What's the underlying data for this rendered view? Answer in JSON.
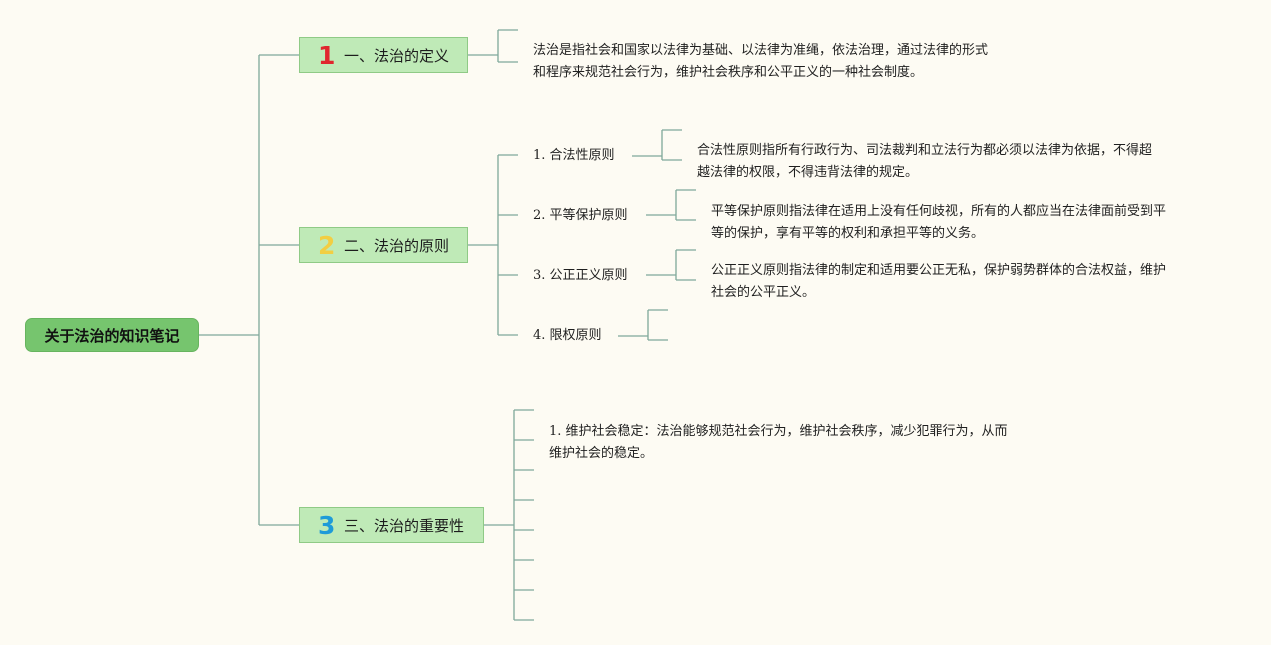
{
  "root": {
    "title": "关于法治的知识笔记"
  },
  "sections": [
    {
      "number": "1",
      "title": "一、法治的定义"
    },
    {
      "number": "2",
      "title": "二、法治的原则"
    },
    {
      "number": "3",
      "title": "三、法治的重要性"
    }
  ],
  "definition": {
    "line1": "法治是指社会和国家以法律为基础、以法律为准绳，依法治理，通过法律的形式",
    "line2": "和程序来规范社会行为，维护社会秩序和公平正义的一种社会制度。"
  },
  "principles": [
    {
      "num": "1.",
      "label": "合法性原则",
      "line1": "合法性原则指所有行政行为、司法裁判和立法行为都必须以法律为依据，不得超",
      "line2": "越法律的权限，不得违背法律的规定。"
    },
    {
      "num": "2.",
      "label": "平等保护原则",
      "line1": "平等保护原则指法律在适用上没有任何歧视，所有的人都应当在法律面前受到平",
      "line2": "等的保护，享有平等的权利和承担平等的义务。"
    },
    {
      "num": "3.",
      "label": "公正正义原则",
      "line1": "公正正义原则指法律的制定和适用要公正无私，保护弱势群体的合法权益，维护",
      "line2": "社会的公平正义。"
    },
    {
      "num": "4.",
      "label": "限权原则"
    }
  ],
  "importance": [
    {
      "num": "1.",
      "line1": "维护社会稳定：法治能够规范社会行为，维护社会秩序，减少犯罪行为，从而",
      "line2": "维护社会的稳定。"
    }
  ],
  "colors": {
    "line": "#7fa89a",
    "root_bg": "#76c56e",
    "section_bg": "#bfeab7",
    "background": "#fdfbf3"
  }
}
